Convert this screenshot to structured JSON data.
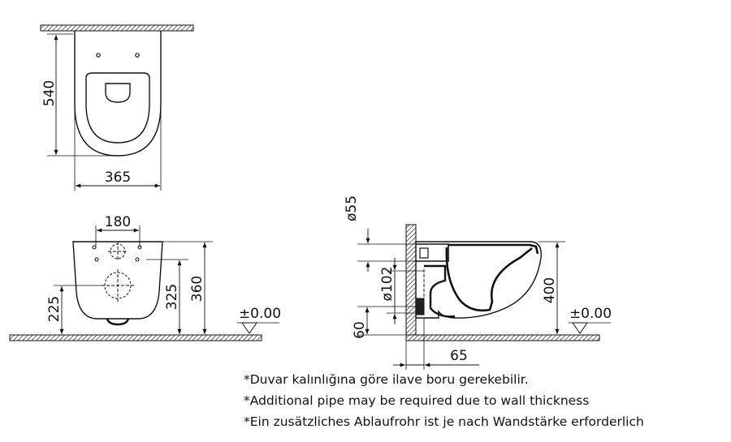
{
  "dimensions": {
    "top_depth": "540",
    "top_width": "365",
    "front_hole_spacing": "180",
    "front_drain_height": "225",
    "front_inlet_height": "325",
    "front_total_height": "360",
    "front_floor_level": "±0.00",
    "side_pipe_diameter": "ø55",
    "side_outlet_diameter": "ø102",
    "side_total_height": "400",
    "side_floor_level": "±0.00",
    "side_outlet_offset": "60",
    "side_wall_offset": "65"
  },
  "notes": [
    "*Duvar kalınlığına göre ilave boru gerekebilir.",
    "*Additional pipe may be required due to wall thickness",
    "*Ein zusätzliches Ablaufrohr ist je nach Wandstärke erforderlich"
  ]
}
